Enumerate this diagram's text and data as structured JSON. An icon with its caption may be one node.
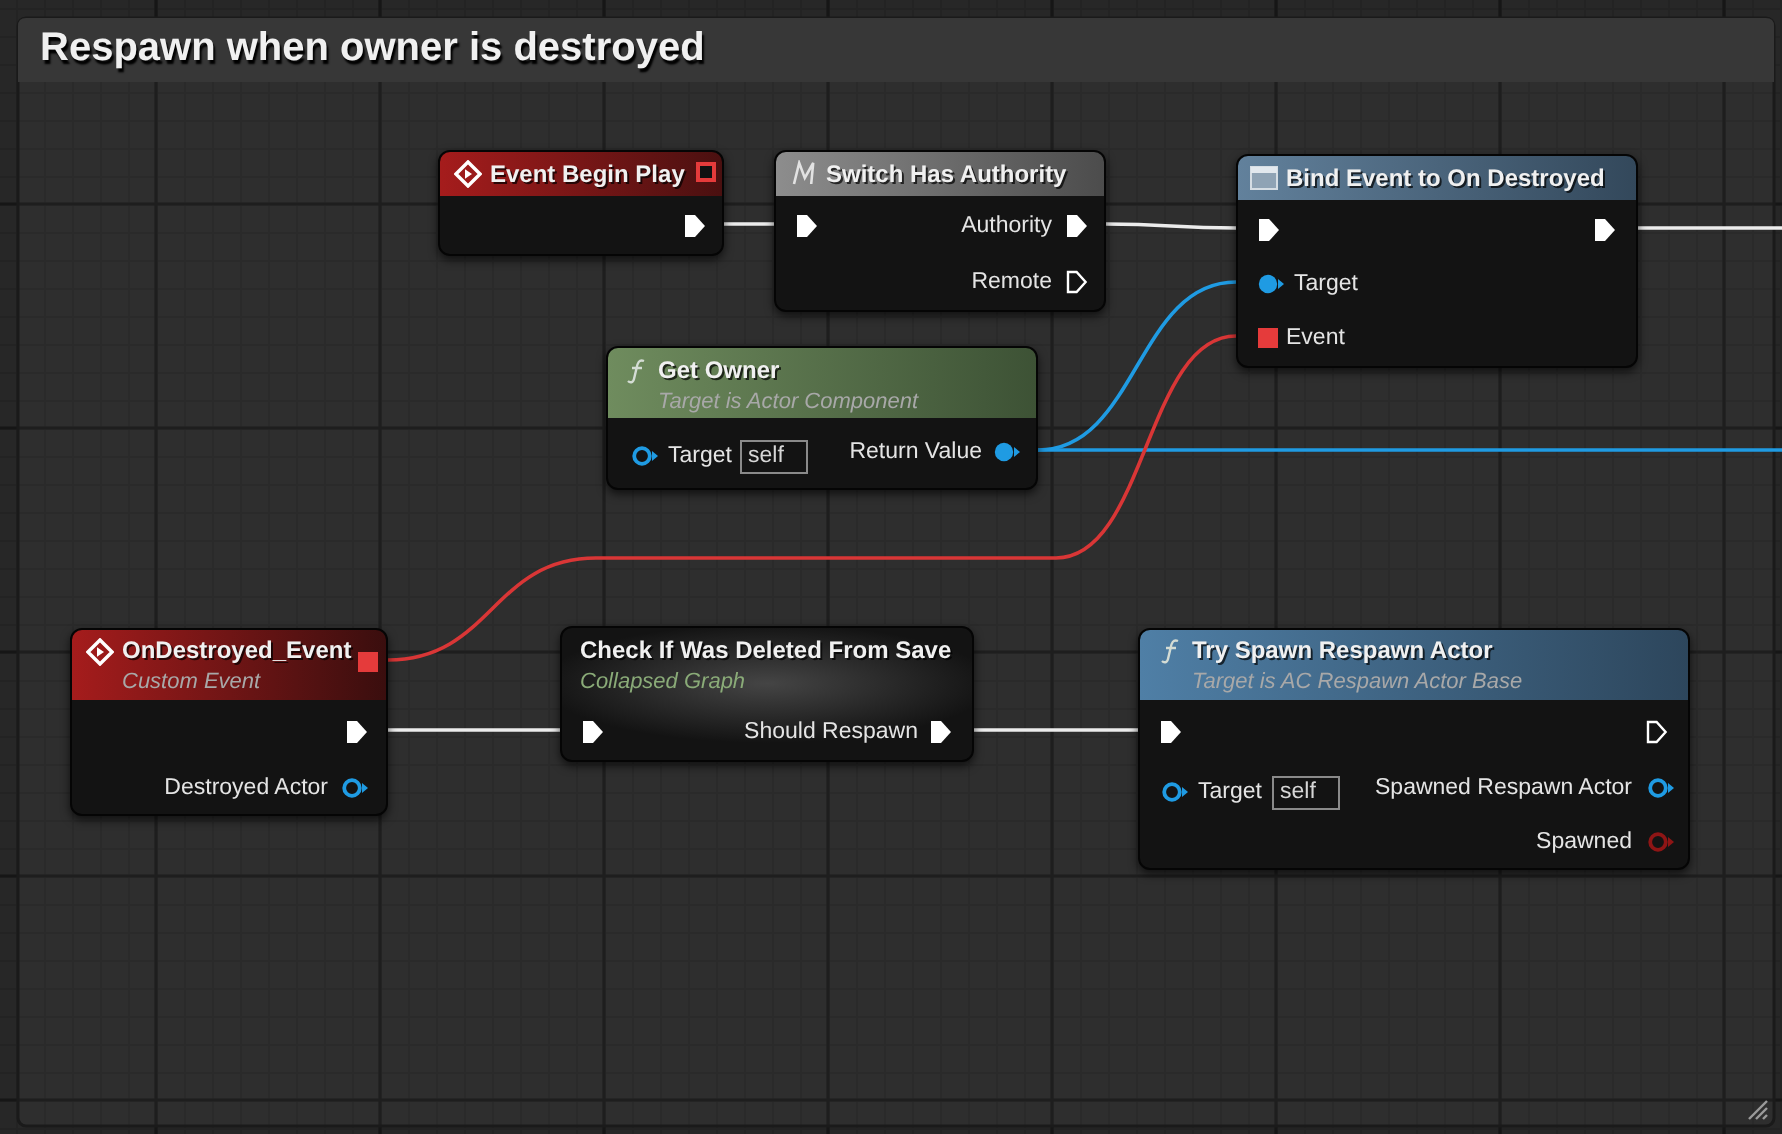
{
  "diagram": {
    "title": "Respawn when owner is destroyed",
    "nodes": [
      {
        "text": [
          "Event Begin Play"
        ]
      },
      {
        "text": [
          "Switch Has Authority",
          "Authority",
          "Remote"
        ]
      },
      {
        "text": [
          "Bind Event to On Destroyed",
          "Target",
          "Event"
        ]
      },
      {
        "text": [
          "Get Owner",
          "Target is Actor Component",
          "Target",
          "self",
          "Return Value"
        ]
      },
      {
        "text": [
          "OnDestroyed_Event",
          "Custom Event",
          "Destroyed Actor"
        ]
      },
      {
        "text": [
          "Check If Was Deleted From Save",
          "Collapsed Graph",
          "Should Respawn"
        ]
      },
      {
        "text": [
          "Try Spawn Respawn Actor",
          "Target is AC Respawn Actor Base",
          "Target",
          "self",
          "Spawned Respawn Actor",
          "Spawned"
        ]
      }
    ],
    "edges": [
      {
        "from": 0,
        "to": 1,
        "arrow": "none"
      },
      {
        "from": 1,
        "to": 2,
        "arrow": "none"
      },
      {
        "from": 2,
        "to": null,
        "arrow": "none"
      },
      {
        "from": 3,
        "to": 2,
        "arrow": "none",
        "color": "#1f9be3"
      },
      {
        "from": 3,
        "to": null,
        "arrow": "none",
        "color": "#1f9be3"
      },
      {
        "from": 4,
        "to": 2,
        "arrow": "none",
        "color": "#d93636"
      },
      {
        "from": 4,
        "to": 5,
        "arrow": "none"
      },
      {
        "from": 5,
        "to": 6,
        "arrow": "none"
      }
    ]
  }
}
